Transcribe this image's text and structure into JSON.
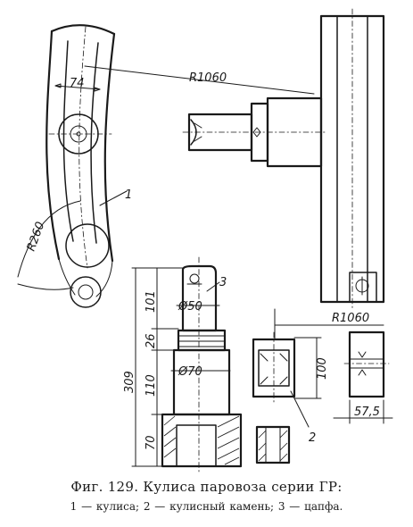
{
  "labels": {
    "radius_main_top": "R1060",
    "radius_main_mid": "R1060",
    "dim_74": "74",
    "radius_260": "R260",
    "diam_50": "Ø50",
    "diam_70": "Ø70",
    "dim_101": "101",
    "dim_26": "26",
    "dim_309": "309",
    "dim_110": "110",
    "dim_70": "70",
    "dim_100": "100",
    "dim_57_5": "57,5",
    "part_1": "1",
    "part_2": "2",
    "part_3": "3"
  },
  "caption": {
    "title": "Фиг. 129. Кулиса паровоза серии ГР:",
    "legend": "1 — кулиса; 2 — кулисный камень; 3 — цапфа."
  }
}
